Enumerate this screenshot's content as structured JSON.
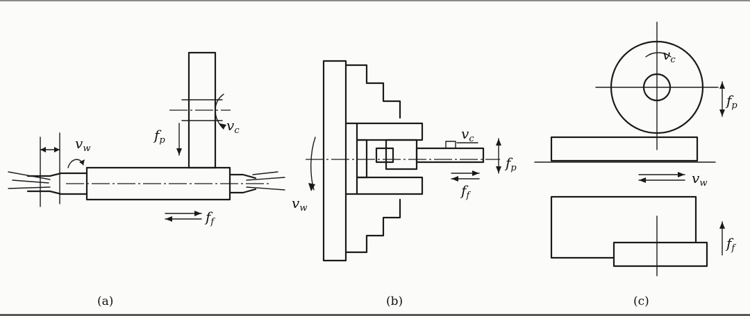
{
  "captions": {
    "a": "(a)",
    "b": "(b)",
    "c": "(c)"
  },
  "labels": {
    "a": {
      "vw": "v",
      "vw_sub": "w",
      "vc": "v",
      "vc_sub": "c",
      "fp": "f",
      "fp_sub": "p",
      "ff": "f",
      "ff_sub": "f"
    },
    "b": {
      "vc": "v",
      "vc_sub": "c",
      "fp": "f",
      "fp_sub": "p",
      "ff": "f",
      "ff_sub": "f",
      "vw": "v",
      "vw_sub": "w"
    },
    "c": {
      "vc": "v",
      "vc_sub": "c",
      "fp": "f",
      "fp_sub": "p",
      "vw": "v",
      "vw_sub": "w",
      "ff": "f",
      "ff_sub": "f"
    }
  },
  "colors": {
    "ink": "#1a1a1a",
    "paper": "#fbfbfa"
  }
}
